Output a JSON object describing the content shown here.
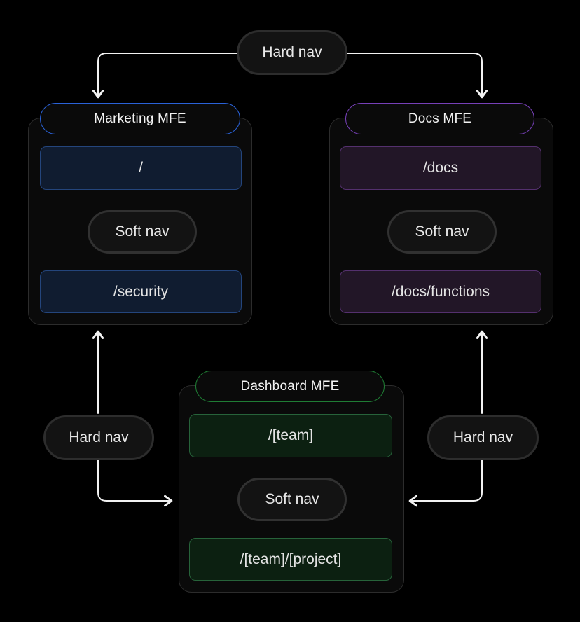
{
  "diagram": {
    "connectors": {
      "top": {
        "label": "Hard nav"
      },
      "left": {
        "label": "Hard nav"
      },
      "right": {
        "label": "Hard nav"
      }
    },
    "nodes": {
      "marketing": {
        "title": "Marketing MFE",
        "accent": "#2a62d8",
        "route_top": "/",
        "soft_nav_label": "Soft nav",
        "route_bottom": "/security"
      },
      "docs": {
        "title": "Docs MFE",
        "accent": "#7740b8",
        "route_top": "/docs",
        "soft_nav_label": "Soft nav",
        "route_bottom": "/docs/functions"
      },
      "dashboard": {
        "title": "Dashboard MFE",
        "accent": "#1f7c34",
        "route_top": "/[team]",
        "soft_nav_label": "Soft nav",
        "route_bottom": "/[team]/[project]"
      }
    },
    "colors": {
      "background": "#000000",
      "arrow": "#f2f2f2",
      "nav_pill_bg": "#131313",
      "nav_pill_border": "#2d2d2d",
      "card_bg": "#0a0a0a",
      "card_border": "#2c2c2c",
      "marketing_route_bg": "#101c30",
      "marketing_route_border": "#24457c",
      "docs_route_bg": "#221627",
      "docs_route_border": "#54306e",
      "dashboard_route_bg": "#0c2011",
      "dashboard_route_border": "#27633a"
    }
  }
}
